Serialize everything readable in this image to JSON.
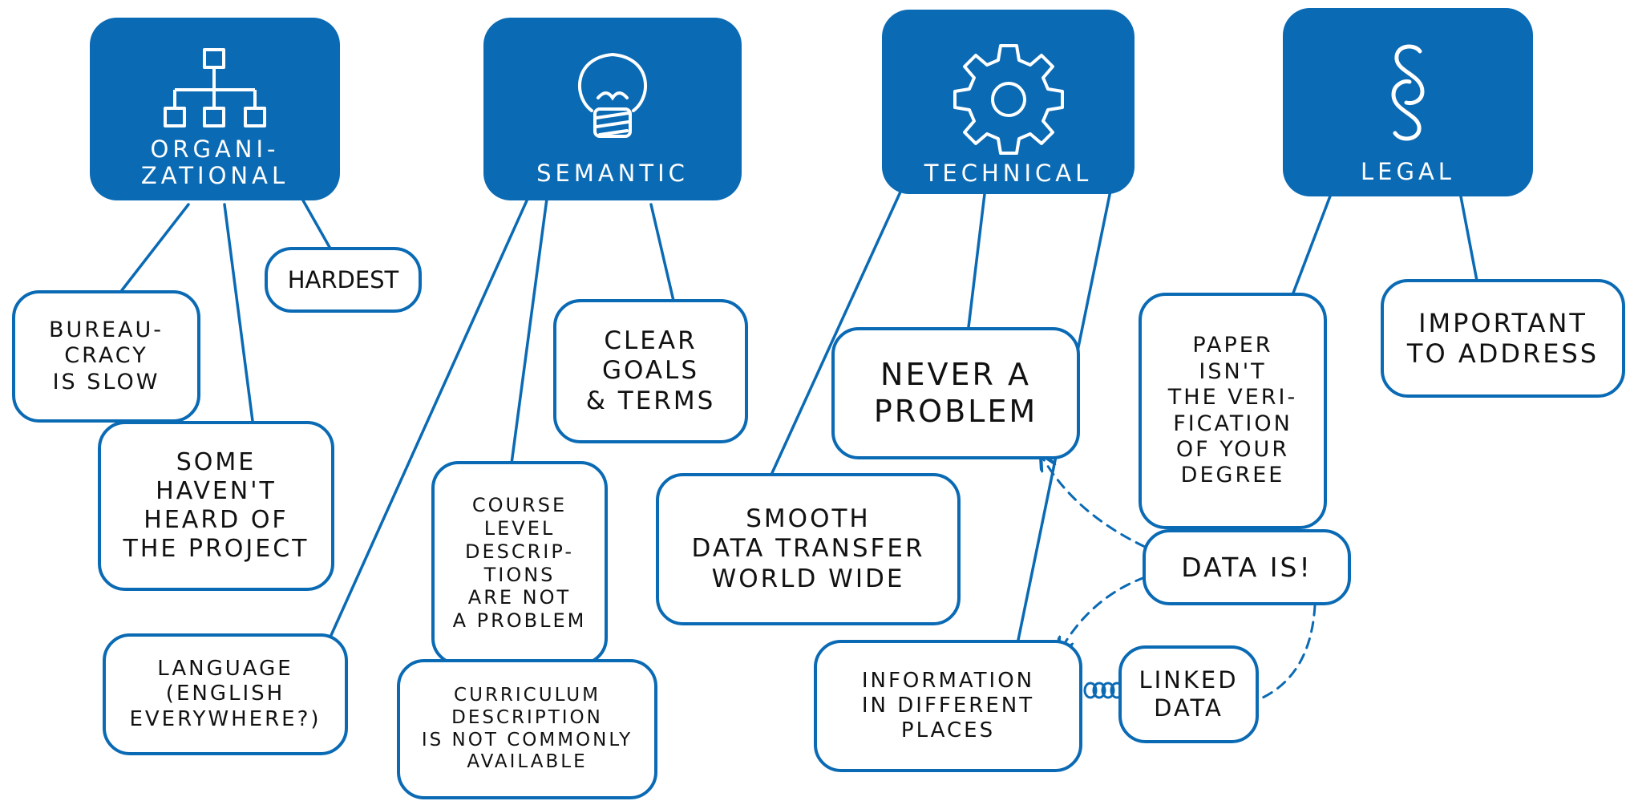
{
  "categories": {
    "organizational": "ORGANI-\nZATIONAL",
    "semantic": "SEMANTIC",
    "technical": "TECHNICAL",
    "legal": "LEGAL"
  },
  "icons": {
    "organizational": "org-chart-icon",
    "semantic": "lightbulb-icon",
    "technical": "gear-icon",
    "legal": "section-sign-icon"
  },
  "notes": {
    "bureaucracy": "BUREAU-\nCRACY\nIS SLOW",
    "hardest": "HARDEST",
    "not_heard": "SOME\nHAVEN'T\nHEARD OF\nTHE PROJECT",
    "language": "LANGUAGE\n(ENGLISH\nEVERYWHERE?)",
    "clear_goals": "CLEAR\nGOALS\n& TERMS",
    "course_level": "COURSE\nLEVEL\nDESCRIP-\nTIONS\nARE NOT\nA PROBLEM",
    "curriculum": "CURRICULUM\nDESCRIPTION\nIS NOT COMMONLY\nAVAILABLE",
    "never_problem": "NEVER A\nPROBLEM",
    "smooth": "SMOOTH\nDATA TRANSFER\nWORLD WIDE",
    "information": "INFORMATION\nIN DIFFERENT\nPLACES",
    "linked_data": "LINKED\nDATA",
    "paper": "PAPER\nISN'T\nTHE VERI-\nFICATION\nOF YOUR\nDEGREE",
    "data_is": "DATA IS!",
    "important": "IMPORTANT\nTO ADDRESS"
  },
  "colors": {
    "accent": "#0a6ab4",
    "text": "#111111",
    "background": "#ffffff"
  }
}
